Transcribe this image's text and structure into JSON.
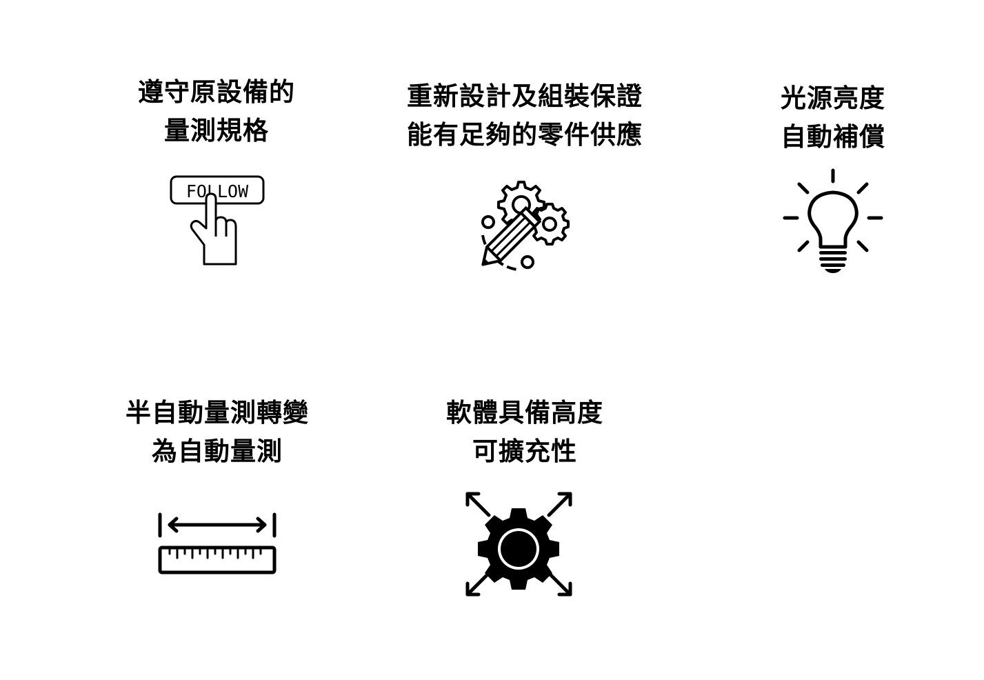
{
  "features": [
    {
      "title_lines": [
        "遵守原設備的",
        "量測規格"
      ],
      "icon": "follow-button-hand-icon",
      "icon_text": "FOLLOW"
    },
    {
      "title_lines": [
        "重新設計及組裝保證",
        "能有足夠的零件供應"
      ],
      "icon": "gears-pencil-icon"
    },
    {
      "title_lines": [
        "光源亮度",
        "自動補償"
      ],
      "icon": "lightbulb-icon"
    },
    {
      "title_lines": [
        "半自動量測轉變",
        "為自動量測"
      ],
      "icon": "ruler-measure-icon"
    },
    {
      "title_lines": [
        "軟體具備高度",
        "可擴充性"
      ],
      "icon": "gear-expand-icon"
    }
  ]
}
